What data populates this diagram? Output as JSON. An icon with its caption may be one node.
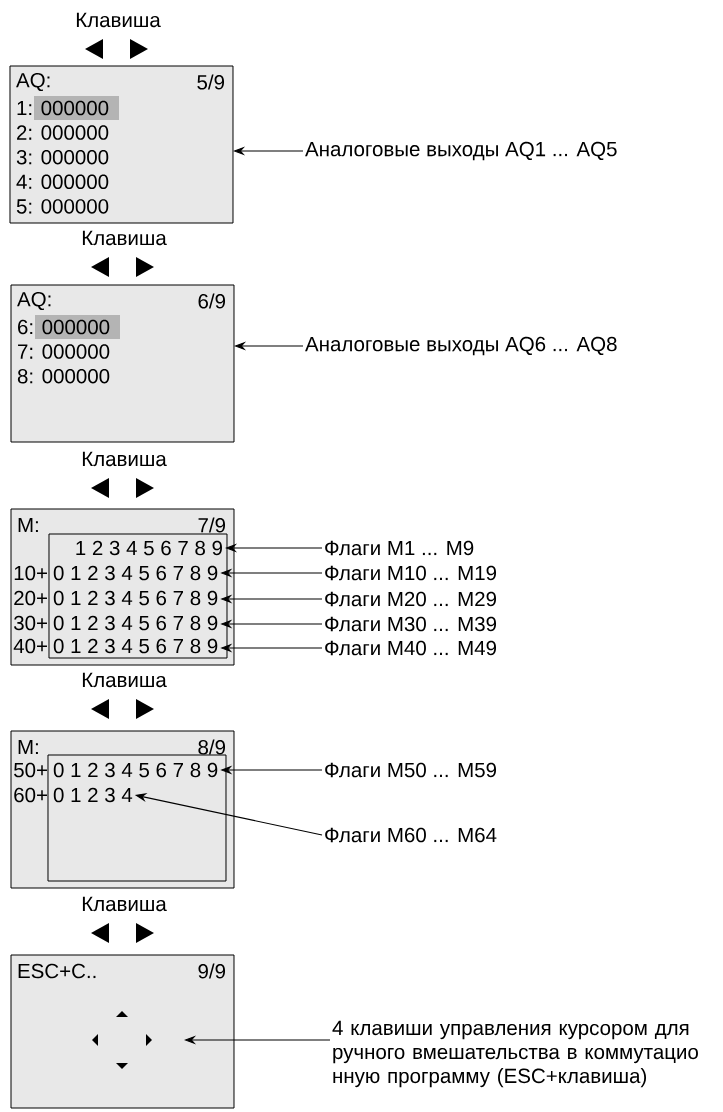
{
  "diagram": {
    "nodes": [
      {
        "text": [
          "AQ:",
          "5/9",
          "1: 000000",
          "2: 000000",
          "3: 000000",
          "4: 000000",
          "5: 000000"
        ]
      },
      {
        "text": [
          "Аналоговые выходы AQ1 ... AQ5"
        ]
      },
      {
        "text": [
          "AQ:",
          "6/9",
          "6: 000000",
          "7: 000000",
          "8: 000000"
        ]
      },
      {
        "text": [
          "Аналоговые выходы AQ6 ... AQ8"
        ]
      },
      {
        "text": [
          "M:",
          "7/9"
        ]
      },
      {
        "text": [],
        "shape": "box",
        "in": 4
      },
      {
        "text": [
          "1 2 3 4 5 6 7 8 9"
        ],
        "in": 5
      },
      {
        "text": [
          "0 1 2 3 4 5 6 7 8 9"
        ],
        "in": 5
      },
      {
        "text": [
          "0 1 2 3 4 5 6 7 8 9"
        ],
        "in": 5
      },
      {
        "text": [
          "0 1 2 3 4 5 6 7 8 9"
        ],
        "in": 5
      },
      {
        "text": [
          "0 1 2 3 4 5 6 7 8 9"
        ],
        "in": 5
      },
      {
        "text": [
          "Флаги M1 ... M9"
        ]
      },
      {
        "text": [
          "Флаги M10 ... M19"
        ]
      },
      {
        "text": [
          "Флаги M20 ... M29"
        ]
      },
      {
        "text": [
          "Флаги M30 ... M39"
        ]
      },
      {
        "text": [
          "Флаги M40 ... M49"
        ]
      },
      {
        "text": [
          "M:",
          "8/9"
        ]
      },
      {
        "text": [],
        "shape": "box",
        "in": 16
      },
      {
        "text": [
          "0 1 2 3 4 5 6 7 8 9"
        ],
        "in": 17
      },
      {
        "text": [
          "0 1 2 3 4"
        ],
        "in": 17
      },
      {
        "text": [
          "Флаги M50 ... M59"
        ]
      },
      {
        "text": [
          "Флаги M60 ... M64"
        ]
      },
      {
        "text": [
          "ESC+C..",
          "9/9"
        ]
      },
      {
        "text": [],
        "shape": "picture",
        "in": 22
      },
      {
        "text": [
          "4 клавиши управления курсором для ручного вмешательства в коммутацио нную программу (ESC+клавиша)"
        ]
      }
    ],
    "edges": [
      {
        "from": 1,
        "to": 0,
        "arrow": "to"
      },
      {
        "from": 3,
        "to": 2,
        "arrow": "to"
      },
      {
        "from": 11,
        "to": 6,
        "arrow": "to"
      },
      {
        "from": 12,
        "to": 7,
        "arrow": "to"
      },
      {
        "from": 13,
        "to": 8,
        "arrow": "to"
      },
      {
        "from": 14,
        "to": 9,
        "arrow": "to"
      },
      {
        "from": 15,
        "to": 10,
        "arrow": "to"
      },
      {
        "from": 20,
        "to": 18,
        "arrow": "to"
      },
      {
        "from": 21,
        "to": 19,
        "arrow": "to"
      },
      {
        "from": 24,
        "to": 23,
        "arrow": "to"
      }
    ],
    "labels": [
      "Клавиша",
      "Клавиша",
      "Клавиша",
      "10+",
      "20+",
      "30+",
      "40+",
      "Клавиша",
      "50+",
      "60+",
      "Клавиша"
    ]
  }
}
